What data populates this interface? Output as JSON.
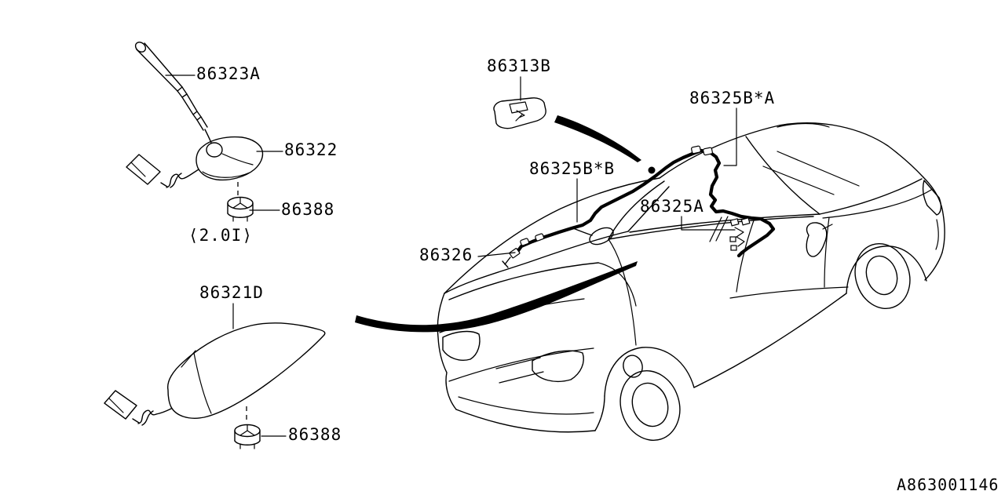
{
  "diagram": {
    "title": "audio video antenna assembly parts diagram",
    "doc_code": "A863001146",
    "parts": {
      "mast": {
        "label": "86323A"
      },
      "base": {
        "label": "86322"
      },
      "nut_top": {
        "label": "86388"
      },
      "engine_spec": {
        "label": "⟨2.0I⟩"
      },
      "fin": {
        "label": "86321D"
      },
      "nut_bottom": {
        "label": "86388"
      },
      "bracket": {
        "label": "86313B"
      },
      "cord_rear": {
        "label": "86325B*B"
      },
      "cord_front": {
        "label": "86325B*A"
      },
      "cord_mid": {
        "label": "86325A"
      },
      "feeder": {
        "label": "86326"
      }
    },
    "colors": {
      "line": "#000000",
      "background": "#ffffff"
    }
  }
}
